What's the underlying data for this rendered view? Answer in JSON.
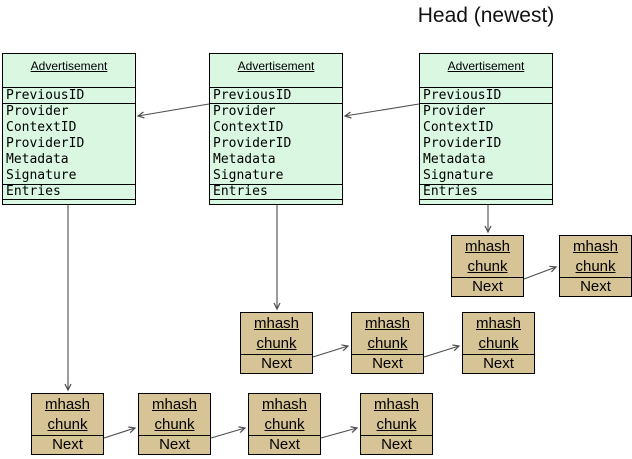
{
  "diagram": {
    "title": "Head (newest)",
    "advertisement": {
      "title": "Advertisement",
      "previous_id": "PreviousID",
      "fields": [
        "Provider",
        "ContextID",
        "ProviderID",
        "Metadata",
        "Signature"
      ],
      "entries": "Entries"
    },
    "chunk": {
      "title_line1": "mhash",
      "title_line2": "chunk",
      "next_label": "Next"
    },
    "structure": {
      "advertisement_count": 3,
      "previous_links": [
        "head advertisement -> middle advertisement",
        "middle advertisement -> left advertisement"
      ],
      "entries_chains": [
        {
          "source": "left advertisement",
          "chunk_count": 4
        },
        {
          "source": "middle advertisement",
          "chunk_count": 3
        },
        {
          "source": "head advertisement",
          "chunk_count": 2
        }
      ]
    },
    "colors": {
      "advertisement_fill": "#daf7e2",
      "chunk_fill": "#d6c496",
      "border": "#000000",
      "arrow": "#4d4d4d",
      "background": "#ffffff"
    }
  }
}
